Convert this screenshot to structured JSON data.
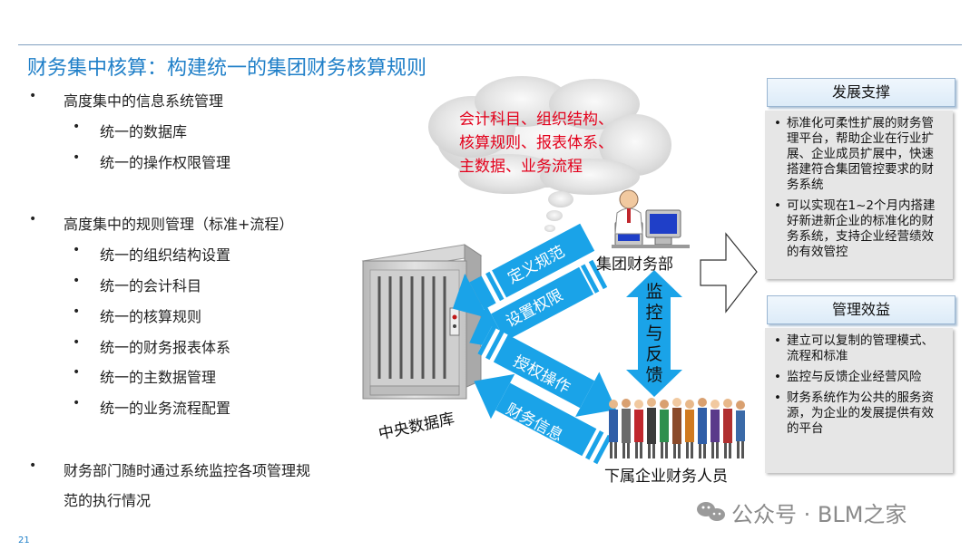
{
  "title": "财务集中核算：构建统一的集团财务核算规则",
  "bullets": {
    "group1": {
      "text": "高度集中的信息系统管理",
      "items": [
        "统一的数据库",
        "统一的操作权限管理"
      ]
    },
    "group2": {
      "text": "高度集中的规则管理（标准+流程）",
      "items": [
        "统一的组织结构设置",
        "统一的会计科目",
        "统一的核算规则",
        "统一的财务报表体系",
        "统一的主数据管理",
        "统一的业务流程配置"
      ]
    },
    "group3": {
      "line1": "财务部门随时通过系统监控各项管理规",
      "line2": "范的执行情况"
    }
  },
  "cloud": {
    "line1": "会计科目、组织结构、",
    "line2": "核算规则、报表体系、",
    "line3": "主数据、业务流程"
  },
  "diagram": {
    "hq_label": "集团财务部",
    "db_label": "中央数据库",
    "sub_label": "下属企业财务人员",
    "arrow_define": "定义规范",
    "arrow_permission": "设置权限",
    "arrow_operate": "授权操作",
    "arrow_info": "财务信息",
    "arrow_monitor": "监控与反馈"
  },
  "panels": {
    "support": {
      "title": "发展支撑",
      "items": [
        "标准化可柔性扩展的财务管理平台，帮助企业在行业扩展、企业成员扩展中，快速搭建符合集团管控要求的财务系统",
        "可以实现在1~2个月内搭建好新进新企业的标准化的财务系统，支持企业经营绩效的有效管控"
      ]
    },
    "benefit": {
      "title": "管理效益",
      "items": [
        "建立可以复制的管理模式、流程和标准",
        "监控与反馈企业经营风险",
        "财务系统作为公共的服务资源，为企业的发展提供有效的平台"
      ]
    }
  },
  "page_number": "21",
  "watermark": "公众号 · BLM之家",
  "colors": {
    "title": "#1f7fc8",
    "arrow": "#1aa3e8",
    "cloud_text": "#e3001b",
    "panel_bg": "#e6e6e6"
  }
}
